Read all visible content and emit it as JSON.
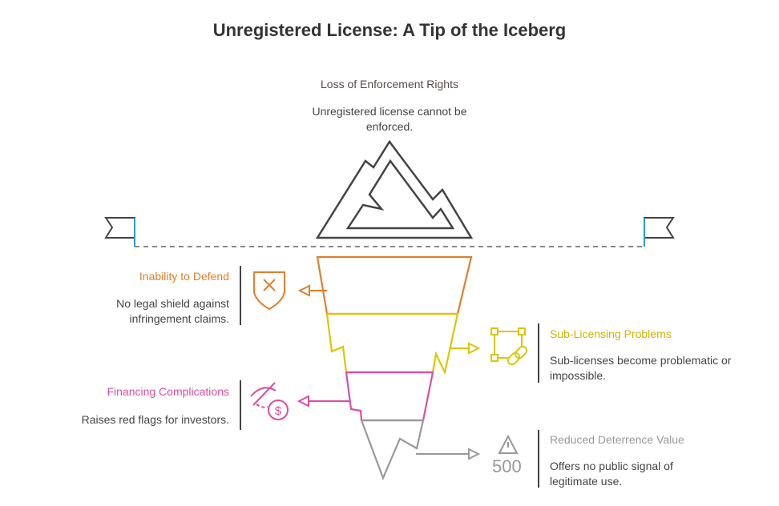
{
  "title": "Unregistered License: A Tip of the Iceberg",
  "top": {
    "heading": "Loss of Enforcement Rights",
    "desc": "Unregistered license cannot be enforced."
  },
  "items": [
    {
      "heading": "Inability to Defend",
      "desc": "No legal shield against infringement claims.",
      "color": "#e07f2c"
    },
    {
      "heading": "Sub-Licensing Problems",
      "desc": "Sub-licenses become problematic or impossible.",
      "color": "#ddc600"
    },
    {
      "heading": "Financing Complications",
      "desc": "Raises red flags for investors.",
      "color": "#dd4ea0"
    },
    {
      "heading": "Reduced Deterrence Value",
      "desc": "Offers no public signal of legitimate use.",
      "color": "#999999"
    }
  ],
  "icon_text": "500"
}
